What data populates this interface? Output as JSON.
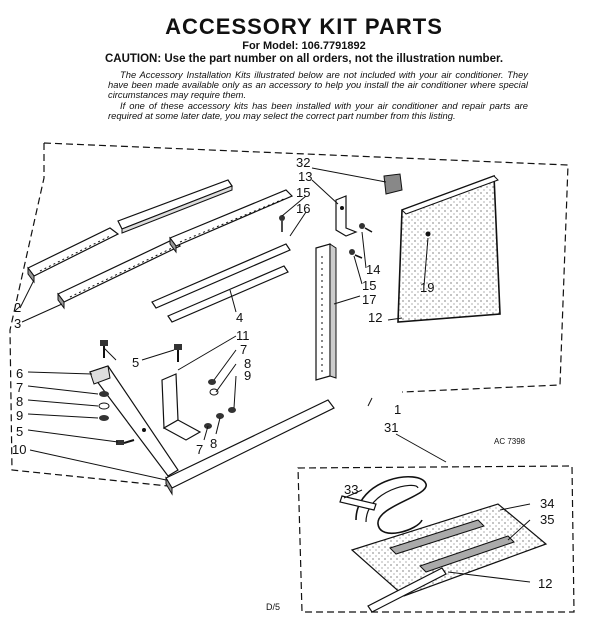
{
  "header": {
    "title": "ACCESSORY KIT PARTS",
    "model_line": "For Model: 106.7791892",
    "caution": "CAUTION: Use the part number on all orders, not the illustration number."
  },
  "intro": {
    "paragraph_1": "The Accessory Installation Kits illustrated below are not included with your air conditioner. They have been made available only as an accessory to help you install the air conditioner where special circumstances may require them.",
    "paragraph_2": "If one of these accessory kits has been installed with your air conditioner and repair parts are required at some later date, you may select the correct part number from this listing."
  },
  "diagram": {
    "drawing_code": "AC 7398",
    "page_code": "D/5",
    "callouts": {
      "c32": "32",
      "c13": "13",
      "c15a": "15",
      "c16": "16",
      "c14": "14",
      "c15b": "15",
      "c17": "17",
      "c12a": "12",
      "c19": "19",
      "c4": "4",
      "c11": "11",
      "c7a": "7",
      "c8a": "8",
      "c9a": "9",
      "c5a": "5",
      "c6": "6",
      "c7b": "7",
      "c8b": "8",
      "c9b": "9",
      "c5b": "5",
      "c10": "10",
      "c7c": "7",
      "c8c": "8",
      "c2": "2",
      "c3": "3",
      "c1": "1",
      "c31": "31",
      "c33": "33",
      "c34": "34",
      "c35": "35",
      "c12b": "12"
    }
  }
}
